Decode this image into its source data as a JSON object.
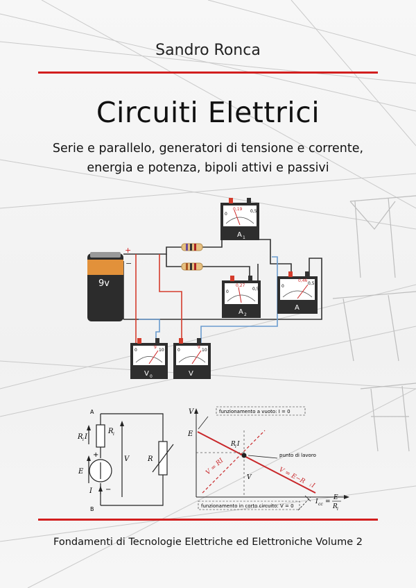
{
  "author": "Sandro Ronca",
  "title": "Circuiti Elettrici",
  "subtitle_line1": "Serie e parallelo, generatori di tensione e corrente,",
  "subtitle_line2": "energia e potenza, bipoli attivi e passivi",
  "footer": "Fondamenti di Tecnologie Elettriche ed Elettroniche Volume 2",
  "colors": {
    "accent": "#d21e1e",
    "wire_red": "#d43c2c",
    "wire_blue": "#6a9ccf"
  },
  "battery": {
    "label": "9v",
    "plus": "+",
    "minus": "−"
  },
  "meters": {
    "a1": {
      "label": "A",
      "sub": "1",
      "scale_min": "0",
      "scale_mid": "0,19",
      "scale_max": "0,5"
    },
    "a2": {
      "label": "A",
      "sub": "2",
      "scale_min": "0",
      "scale_mid": "0,27",
      "scale_max": "0,5"
    },
    "a": {
      "label": "A",
      "scale_min": "0",
      "scale_mid": "0,46",
      "scale_max": "0,5"
    },
    "v0": {
      "label": "V",
      "sub": "0",
      "scale_min": "0",
      "scale_mid": "9",
      "scale_max": "10"
    },
    "v": {
      "label": "V",
      "scale_min": "0",
      "scale_mid": "9",
      "scale_max": "10"
    }
  },
  "schematic": {
    "node_a": "A",
    "node_b": "B",
    "ri_i": "R",
    "ri_sub": "i",
    "ri_i_suffix": "I",
    "ri": "R",
    "ri_sub2": "i",
    "e": "E",
    "i": "I",
    "v": "V",
    "r": "R",
    "plus": "+",
    "minus": "−"
  },
  "graph": {
    "y_axis": "V",
    "e_label": "E",
    "ri_label": "R",
    "ri_sub": "i",
    "ri_suffix": "I",
    "v_label": "V",
    "vuoto": "funzionamento a vuoto: I = 0",
    "lavoro": "punto di lavoro",
    "corto": "funzionamento in corto circuito: V = 0",
    "load_line": "V = RI",
    "source_line": "V = E−R",
    "source_line_sub": "i",
    "source_line_suffix": "I",
    "icc": "I",
    "icc_sub": "cc",
    "icc_eq": "=",
    "icc_num": "E",
    "icc_den": "R",
    "icc_den_sub": "i"
  }
}
